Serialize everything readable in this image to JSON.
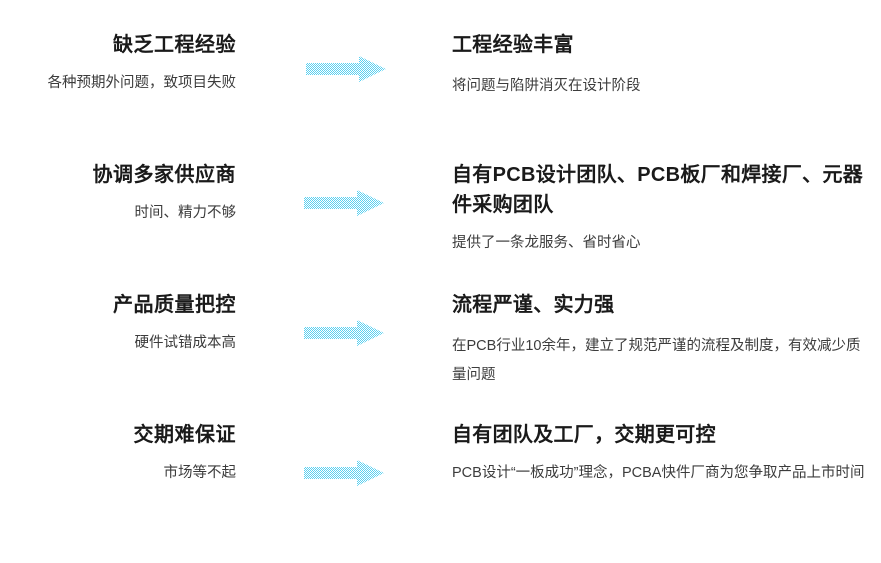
{
  "meta": {
    "background_color": "#ffffff",
    "title_color": "#1a1a1a",
    "body_color": "#3c3c3c",
    "arrow_color": "#7ED9F2"
  },
  "rows": [
    {
      "arrow_icon": "right-arrow-icon",
      "problem": {
        "title": "缺乏工程经验",
        "subtitle": "各种预期外问题，致项目失败"
      },
      "solution": {
        "title": "工程经验丰富",
        "subtitle": "将问题与陷阱消灭在设计阶段"
      }
    },
    {
      "arrow_icon": "right-arrow-icon",
      "problem": {
        "title": "协调多家供应商",
        "subtitle": "时间、精力不够"
      },
      "solution": {
        "title": "自有PCB设计团队、PCB板厂和焊接厂、元器件采购团队",
        "subtitle": "提供了一条龙服务、省时省心"
      }
    },
    {
      "arrow_icon": "right-arrow-icon",
      "problem": {
        "title": "产品质量把控",
        "subtitle": "硬件试错成本高"
      },
      "solution": {
        "title": "流程严谨、实力强",
        "subtitle": "在PCB行业10余年，建立了规范严谨的流程及制度，有效减少质量问题"
      }
    },
    {
      "arrow_icon": "right-arrow-icon",
      "problem": {
        "title": "交期难保证",
        "subtitle": "市场等不起"
      },
      "solution": {
        "title": "自有团队及工厂，交期更可控",
        "subtitle": "PCB设计“一板成功”理念，PCBA快件厂商为您争取产品上市时间"
      }
    }
  ]
}
